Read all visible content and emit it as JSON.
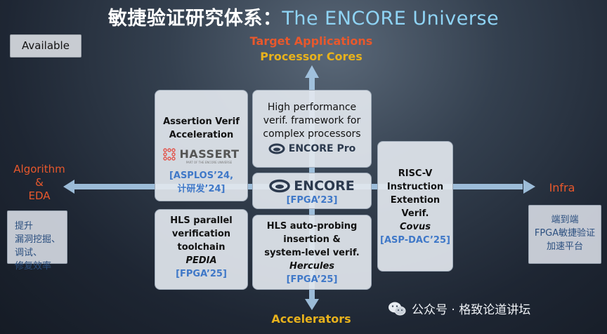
{
  "title": {
    "zh": "敏捷验证研究体系：",
    "en": "The ENCORE Universe"
  },
  "available_label": "Available",
  "axes": {
    "top_1": "Target Applications",
    "top_2": "Processor Cores",
    "bottom": "Accelerators",
    "left_1": "Algorithm",
    "left_2": "&",
    "left_3": "EDA",
    "right": "Infra"
  },
  "cards": {
    "assertion": {
      "line1": "Assertion Verif",
      "line2": "Acceleration",
      "logo": "HASSERT",
      "logo_tagline": "PART OF THE ENCORE UNIVERSE",
      "venue1": "[ASPLOS’24,",
      "venue2": "计研发’24]"
    },
    "high_perf": {
      "line1": "High performance",
      "line2": "verif. framework for",
      "line3": "complex processors",
      "logo": "ENCORE Pro"
    },
    "encore": {
      "logo": "ENCORE",
      "venue": "[FPGA’23]"
    },
    "hls_parallel": {
      "line1": "HLS parallel",
      "line2": "verification",
      "line3": "toolchain",
      "name": "PEDIA",
      "venue": "[FPGA’25]"
    },
    "hls_auto": {
      "line1": "HLS auto-probing",
      "line2": "insertion &",
      "line3": "system-level verif.",
      "name": "Hercules",
      "venue": "[FPGA’25]"
    },
    "riscv": {
      "line1": "RISC-V",
      "line2": "Instruction",
      "line3": "Extention",
      "line4": "Verif.",
      "name": "Covus",
      "venue": "[ASP-DAC’25]"
    }
  },
  "notes": {
    "left": [
      "提升",
      "漏洞挖掘、",
      "调试、",
      "修复效率"
    ],
    "right": [
      "端到端",
      "FPGA敏捷验证",
      "加速平台"
    ]
  },
  "watermark": "公众号 · 格致论道讲坛",
  "colors": {
    "axis_label": "#e8582c",
    "axis_sub": "#e8b21c",
    "venue": "#3f78c8",
    "arrow": "#9fc3e6"
  }
}
